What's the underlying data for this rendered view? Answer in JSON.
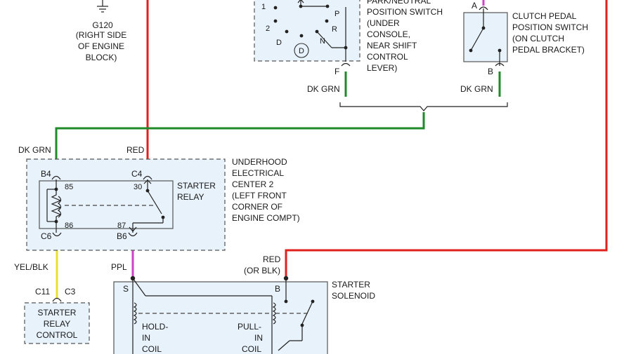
{
  "ground": {
    "id": "G120",
    "location_lines": [
      "(RIGHT SIDE",
      "OF ENGINE",
      "BLOCK)"
    ]
  },
  "park_neutral_switch": {
    "lines": [
      "PARK/NEUTRAL",
      "POSITION SWITCH",
      "(UNDER",
      "CONSOLE,",
      "NEAR SHIFT",
      "CONTROL",
      "LEVER)"
    ],
    "positions": [
      "1",
      "2",
      "D",
      "P",
      "R",
      "N"
    ],
    "circle_label": "D",
    "terminal": "F",
    "wire": "DK GRN"
  },
  "clutch_switch": {
    "lines": [
      "CLUTCH PEDAL",
      "POSITION SWITCH",
      "(ON CLUTCH",
      "PEDAL BRACKET)"
    ],
    "terminal_top": "A",
    "terminal_bottom": "B",
    "wire": "DK GRN"
  },
  "wires": {
    "dk_grn_left": "DK GRN",
    "red_top": "RED",
    "yel_blk": "YEL/BLK",
    "ppl": "PPL",
    "red_right_lines": [
      "RED",
      "(OR BLK)"
    ]
  },
  "underhood_center": {
    "lines": [
      "UNDERHOOD",
      "ELECTRICAL",
      "CENTER 2",
      "(LEFT FRONT",
      "CORNER OF",
      "ENGINE COMPT)"
    ]
  },
  "starter_relay": {
    "lines": [
      "STARTER",
      "RELAY"
    ],
    "pins": {
      "p85": "85",
      "p86": "86",
      "p30": "30",
      "p87": "87"
    },
    "connectors": {
      "b4": "B4",
      "c4": "C4",
      "c6": "C6",
      "b6": "B6"
    }
  },
  "relay_control": {
    "connectors": [
      "C11",
      "C3"
    ],
    "lines": [
      "STARTER",
      "RELAY",
      "CONTROL"
    ]
  },
  "starter_solenoid": {
    "lines": [
      "STARTER",
      "SOLENOID"
    ],
    "terminal_s": "S",
    "terminal_b": "B",
    "hold_in_lines": [
      "HOLD-",
      "IN",
      "COIL"
    ],
    "pull_in_lines": [
      "PULL-",
      "IN",
      "COIL"
    ]
  }
}
